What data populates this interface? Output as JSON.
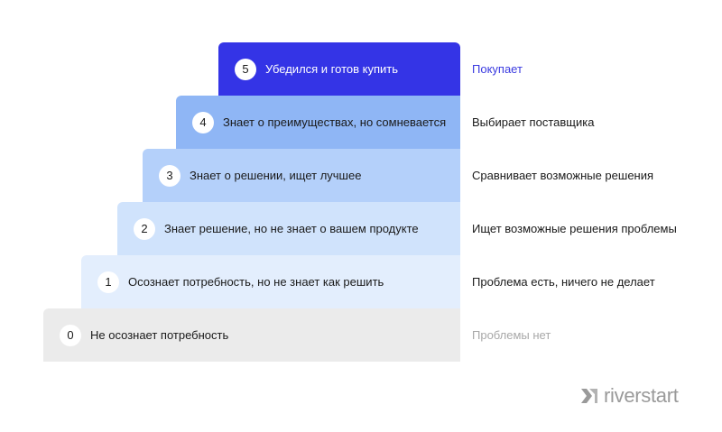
{
  "steps": [
    {
      "num": "0",
      "label": "Не осознает потребность",
      "description": "Проблемы нет"
    },
    {
      "num": "1",
      "label": "Осознает потребность, но не знает как решить",
      "description": "Проблема есть, ничего не делает"
    },
    {
      "num": "2",
      "label": "Знает решение, но не знает о вашем продукте",
      "description": "Ищет возможные решения проблемы"
    },
    {
      "num": "3",
      "label": "Знает о решении, ищет лучшее",
      "description": "Сравнивает возможные  решения"
    },
    {
      "num": "4",
      "label": "Знает о преимуществах, но сомневается",
      "description": "Выбирает поставщика"
    },
    {
      "num": "5",
      "label": "Убедился и готов купить",
      "description": "Покупает"
    }
  ],
  "colors": {
    "step0": "#ebebeb",
    "step1": "#e3eefd",
    "step2": "#d0e3fc",
    "step3": "#b4d0fa",
    "step4": "#8fb6f5",
    "step5": "#3434e6",
    "description0": "#a8a8a8",
    "description5": "#3a3ae0",
    "logo": "#9a9a9a"
  },
  "logo": {
    "text": "riverstart",
    "icon": "riverstart-logo-icon"
  }
}
